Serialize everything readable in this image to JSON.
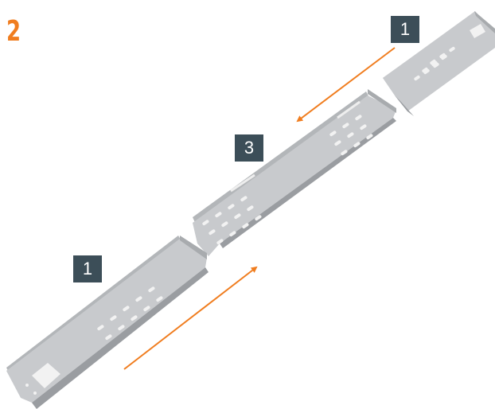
{
  "step": {
    "number": "2"
  },
  "labels": {
    "top_part": "1",
    "middle_part": "3",
    "bottom_part": "1"
  },
  "colors": {
    "accent": "#f07d1f",
    "label_bg": "#3c4e58",
    "label_text": "#ffffff",
    "metal_light": "#c8cacd",
    "metal_mid": "#b3b6b9",
    "metal_dark": "#9a9da1",
    "hole": "#f2f2f2"
  },
  "icons": [
    "arrow-icon"
  ]
}
